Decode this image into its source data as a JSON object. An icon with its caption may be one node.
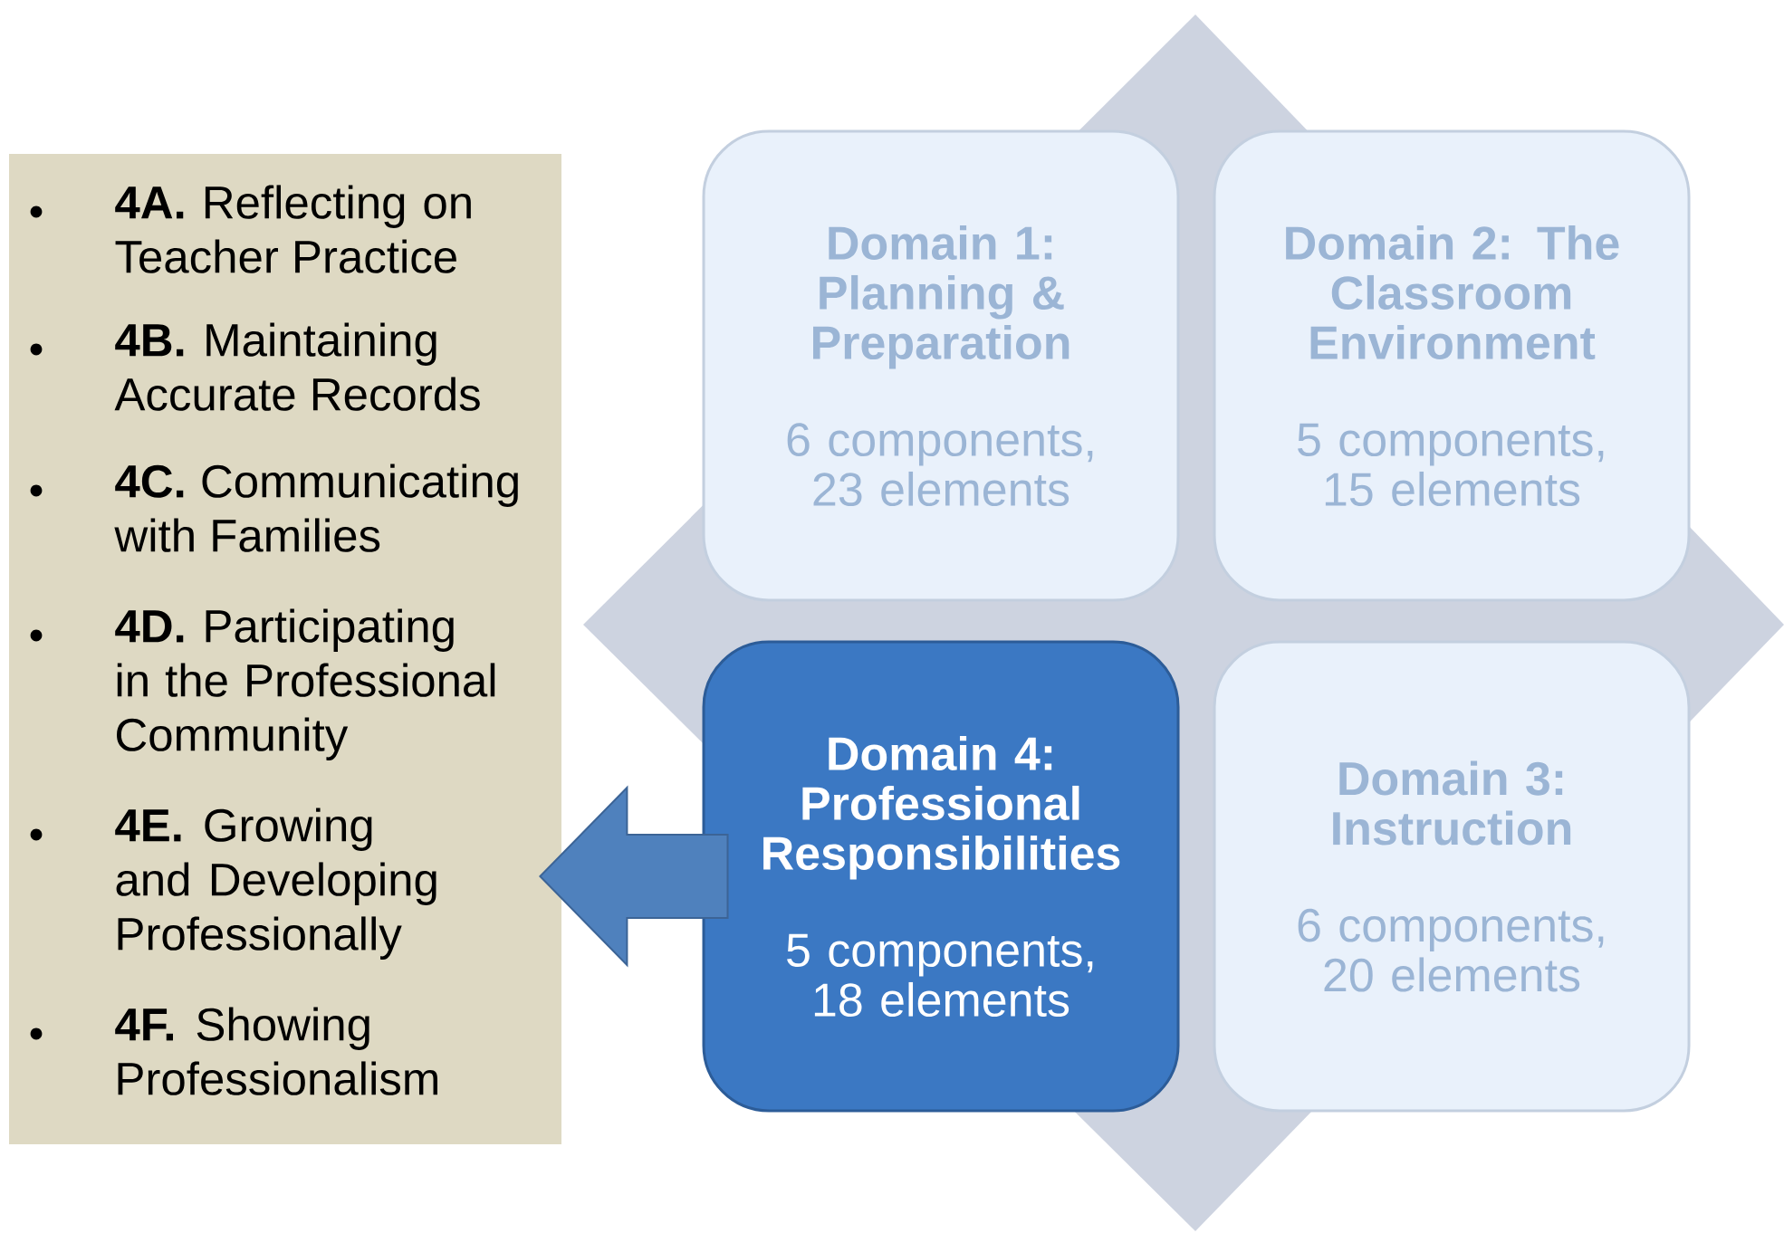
{
  "diagram": {
    "nodes": [
      {
        "text": [
          "**4A.** Reflecting on Teacher Practice",
          "**4B.** Maintaining Accurate Records",
          "**4C.** Communicating with Families",
          "**4D.** Participating in the Professional Community",
          "**4E.** Growing and Developing Professionally",
          "**4F.** Showing Professionalism"
        ]
      },
      {
        "text": [
          "Domain 1: Planning & Preparation",
          "6 components, 23 elements"
        ]
      },
      {
        "text": [
          "Domain 2: The Classroom Environment",
          "5 components, 15 elements"
        ]
      },
      {
        "text": [
          "Domain 4: Professional Responsibilities",
          "5 components, 18 elements"
        ]
      },
      {
        "text": [
          "Domain 3: Instruction",
          "6 components, 20 elements"
        ]
      }
    ],
    "edges": [
      {
        "from": 3,
        "to": 0,
        "arrow": "to"
      }
    ]
  }
}
